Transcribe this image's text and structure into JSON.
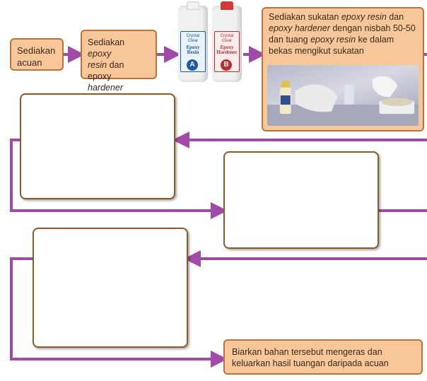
{
  "flow": {
    "step1_text": "Sediakan acuan",
    "step2": {
      "line1": "Sediakan",
      "line1_italic": "epoxy",
      "line2_italic": "resin",
      "line2": " dan epoxy",
      "line3_italic": "hardener"
    },
    "step3": {
      "t1": "Sediakan sukatan ",
      "t1_italic": "epoxy resin",
      "t2": " dan ",
      "t2_italic": "epoxy hardener",
      "t3": " dengan nisbah 50-50 dan tuang ",
      "t3_italic": "epoxy resin",
      "t4": " ke dalam bekas mengikut sukatan"
    },
    "final_text_line1": "Biarkan bahan tersebut mengeras dan",
    "final_text_line2": "keluarkan hasil tuangan daripada acuan"
  },
  "bottles": [
    {
      "brand": "Crystal Clear",
      "name": "Epoxy Resin",
      "letter": "A",
      "color": "#1f5aa8",
      "cap": "#f3f3f3"
    },
    {
      "brand": "Crystal Clear",
      "name": "Epoxy Hardener",
      "letter": "B",
      "color": "#c32b2b",
      "cap": "#d23a3a"
    }
  ],
  "colors": {
    "arrow": "#a24aa8",
    "box_fill": "#f7c79a",
    "box_border": "#b8743a"
  }
}
